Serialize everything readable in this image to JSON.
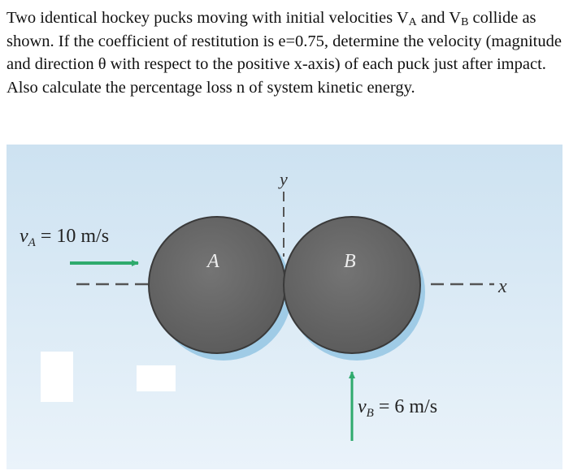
{
  "problem": {
    "part1": "Two identical hockey pucks moving with initial velocities V",
    "sub_a": "A",
    "part2": " and V",
    "sub_b": "B",
    "part3": " collide as shown. If the coefficient of restitution is e=0.75, determine the velocity (magnitude and direction θ with respect to the positive x-axis) of each puck just after impact. Also calculate the percentage loss n of system kinetic energy."
  },
  "figure": {
    "velocity_a_label": "v",
    "velocity_a_sub": "A",
    "velocity_a_value": " = 10 m/s",
    "velocity_b_label": "v",
    "velocity_b_sub": "B",
    "velocity_b_value": " = 6 m/s",
    "puck_a_label": "A",
    "puck_b_label": "B",
    "axis_x_label": "x",
    "axis_y_label": "y",
    "colors": {
      "background_top": "#cfe3f2",
      "background_bottom": "#e9f2f9",
      "puck_fill": "#666666",
      "puck_shadow": "#9ccbe8",
      "arrow_green": "#2faa6d"
    }
  }
}
